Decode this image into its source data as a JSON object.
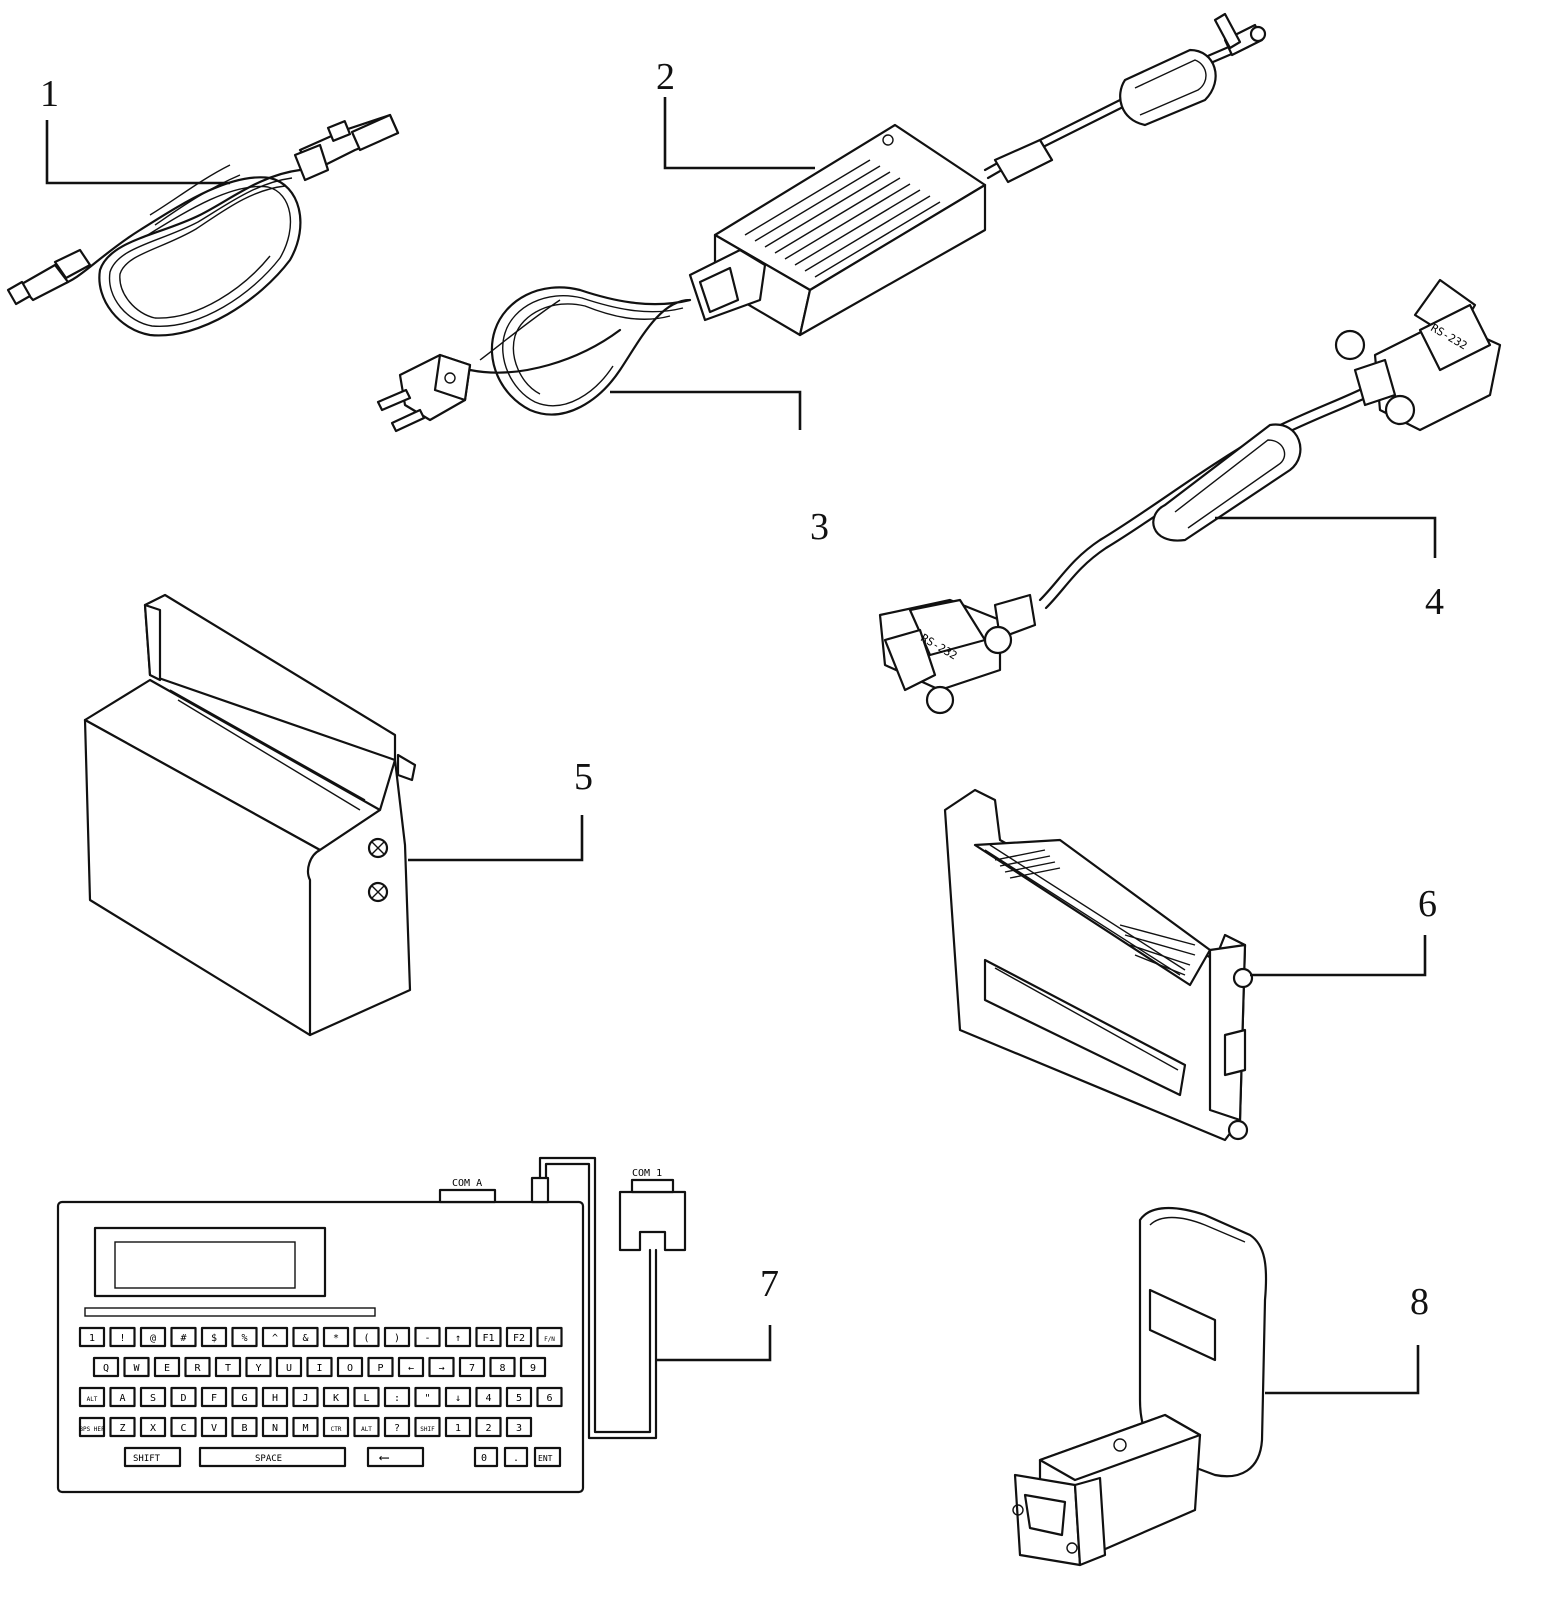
{
  "callouts": [
    {
      "number": "1",
      "part": "usb-cable"
    },
    {
      "number": "2",
      "part": "power-adapter"
    },
    {
      "number": "3",
      "part": "power-cord"
    },
    {
      "number": "4",
      "part": "serial-cable"
    },
    {
      "number": "5",
      "part": "cutter-cover"
    },
    {
      "number": "6",
      "part": "peeler-module"
    },
    {
      "number": "7",
      "part": "keyboard-terminal"
    },
    {
      "number": "8",
      "part": "adapter-plug"
    }
  ],
  "connector_labels": {
    "serial_a": "RS-232",
    "serial_b": "RS-232",
    "keyboard_port_1": "COM A",
    "keyboard_port_2": "COM 1"
  },
  "keyboard": {
    "rows": [
      [
        "1",
        "!",
        "@",
        "#",
        "$",
        "%",
        "^",
        "&",
        "*",
        "(",
        ")",
        "-",
        "↑",
        "F1",
        "F2",
        "F/N"
      ],
      [
        "Q",
        "W",
        "E",
        "R",
        "T",
        "Y",
        "U",
        "I",
        "O",
        "P",
        "←",
        "→",
        "7",
        "8",
        "9"
      ],
      [
        "ALT",
        "A",
        "S",
        "D",
        "F",
        "G",
        "H",
        "J",
        "K",
        "L",
        ":",
        "\"",
        "↓",
        "4",
        "5",
        "6"
      ],
      [
        "BPS HEF",
        "Z",
        "X",
        "C",
        "V",
        "B",
        "N",
        "M",
        "CTR",
        "ALT",
        "?",
        "SHIF",
        "1",
        "2",
        "3"
      ]
    ],
    "bottom": {
      "shift": "SHIFT",
      "space": "SPACE",
      "back": "⟵",
      "zero": "0",
      "dot": ".",
      "enter": "ENT"
    }
  }
}
